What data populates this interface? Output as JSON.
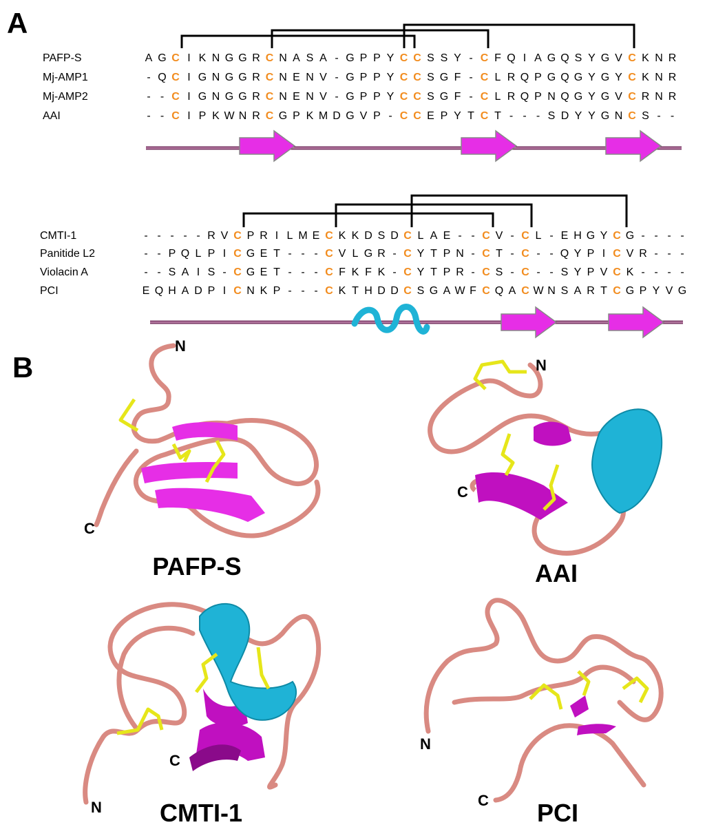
{
  "panels": {
    "a": "A",
    "b": "B"
  },
  "alignment_top": {
    "rows": [
      {
        "name": "PAFP-S",
        "seq": "AGCIKNGGRCNASA-GPPYCCSSY-CFQIAGQSYGVCKNR"
      },
      {
        "name": "Mj-AMP1",
        "seq": "-QCIGNGGRCNENV-GPPYCCSGF-CLRQPGQGYGYCKNR"
      },
      {
        "name": "Mj-AMP2",
        "seq": "--CIGNGGRCNENV-GPPYCCSGF-CLRQPNQGYGVCRNR"
      },
      {
        "name": "AAI",
        "seq": "--CIPKWNRCGPKMDGVP-CCEPYTCT---SDYYGNCS--"
      }
    ]
  },
  "alignment_bottom": {
    "rows": [
      {
        "name": "CMTI-1",
        "seq": "-----RVCPRILMECKKDSDCLAE--CV-CL-EHGYCG----"
      },
      {
        "name": "Panitide L2",
        "seq": "--PQLPICGET---CVLGR-CYTPN-CT-C--QYPICVR---"
      },
      {
        "name": "Violacin A",
        "seq": "--SAIS-CGET---CFKFK-CYTPR-CS-C--SYPVCK----"
      },
      {
        "name": "PCI",
        "seq": "EQHADPICNKP---CKTHDDCSGAWFCQACWNSARTCGPYVG"
      }
    ]
  },
  "structures": [
    {
      "label": "PAFP-S",
      "n_label": "N",
      "c_label": "C"
    },
    {
      "label": "AAI",
      "n_label": "N",
      "c_label": "C"
    },
    {
      "label": "CMTI-1",
      "n_label": "N",
      "c_label": "C"
    },
    {
      "label": "PCI",
      "n_label": "N",
      "c_label": "C"
    }
  ],
  "colors": {
    "cysteine": "#f28c1e",
    "strand": "#e62ee6",
    "helix": "#1fb3d6",
    "coil": "#d98a82",
    "disulfide": "#e6e61a",
    "backbone_line": "#7a3a66"
  }
}
